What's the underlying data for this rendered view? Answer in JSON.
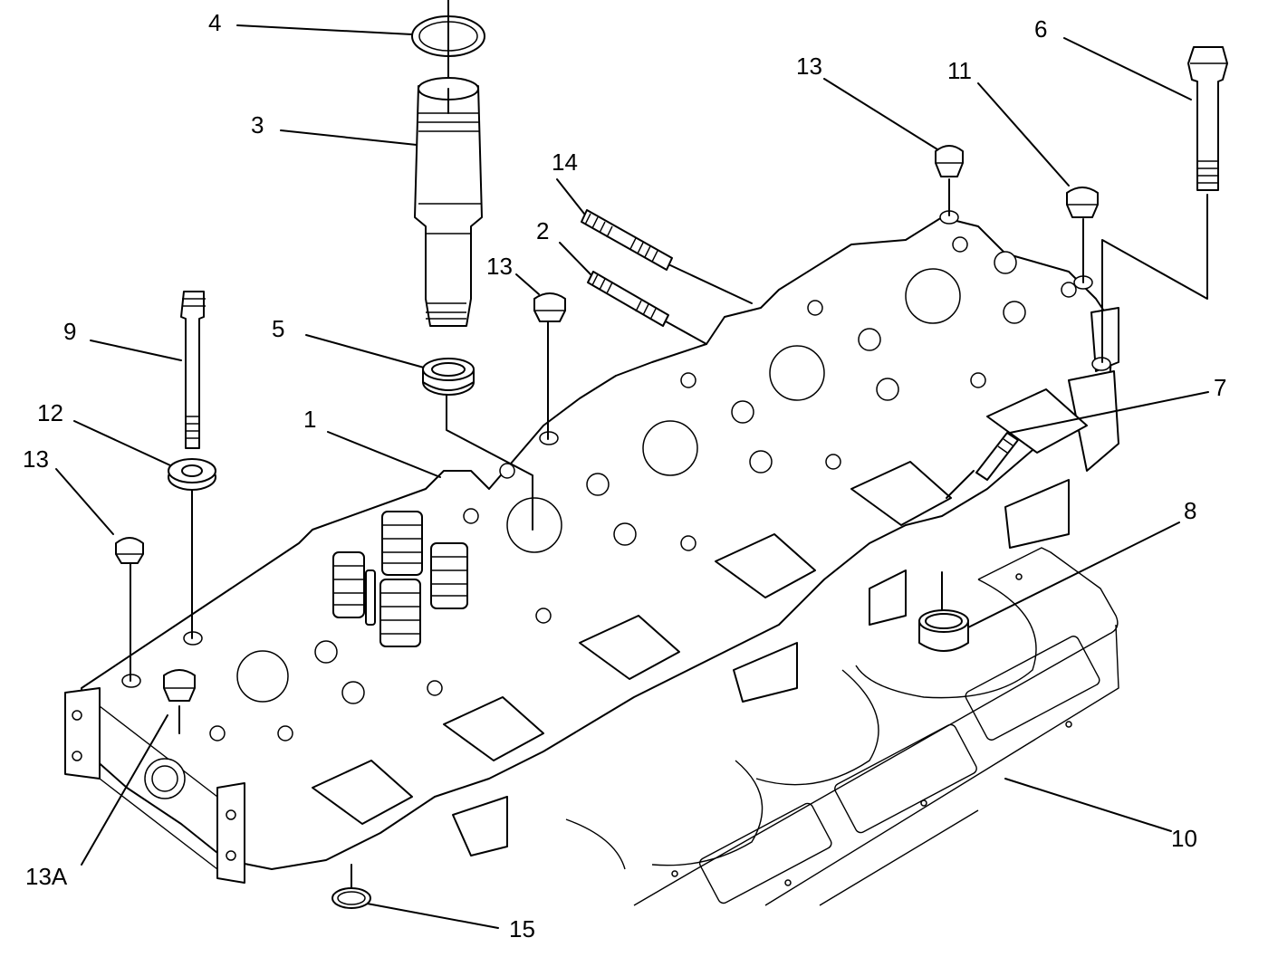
{
  "labels": {
    "l1": "1",
    "l2": "2",
    "l3": "3",
    "l4": "4",
    "l5": "5",
    "l6": "6",
    "l7": "7",
    "l8": "8",
    "l9": "9",
    "l10": "10",
    "l11": "11",
    "l12": "12",
    "l13a": "13",
    "l13b": "13",
    "l13c": "13",
    "l13A": "13A",
    "l14": "14",
    "l15": "15"
  }
}
